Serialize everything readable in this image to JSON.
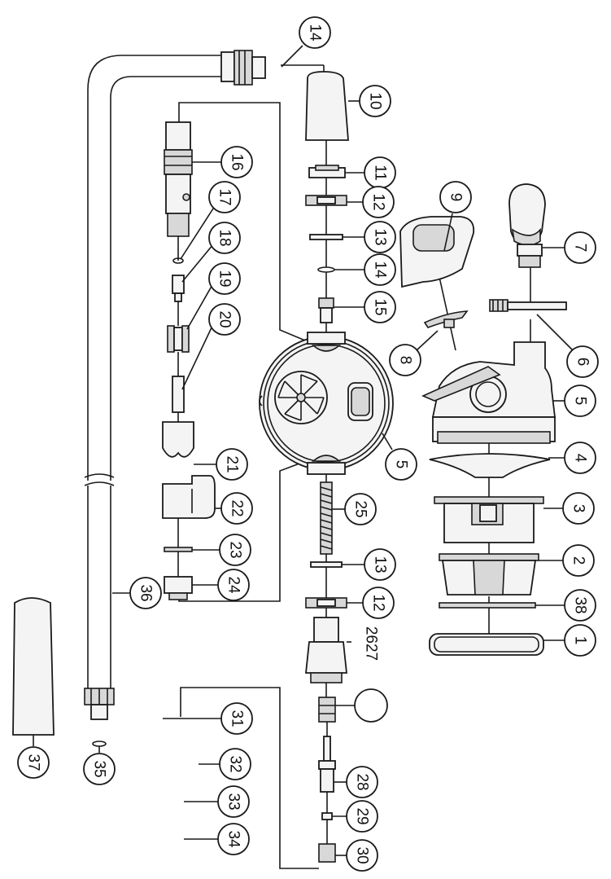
{
  "callouts": {
    "c1": "1",
    "c2": "2",
    "c3": "3",
    "c4": "4",
    "c5a": "5",
    "c5b": "5",
    "c6": "6",
    "c7": "7",
    "c8": "8",
    "c9": "9",
    "c10": "10",
    "c11": "11",
    "c12a": "12",
    "c12b": "12",
    "c13a": "13",
    "c13b": "13",
    "c14a": "14",
    "c14b": "14",
    "c15": "15",
    "c16": "16",
    "c17": "17",
    "c18": "18",
    "c19": "19",
    "c20": "20",
    "c21": "21",
    "c22": "22",
    "c23": "23",
    "c24": "24",
    "c25": "25",
    "c2627": "2627",
    "c28": "28",
    "c29": "29",
    "c30": "30",
    "c31": "31",
    "c32": "32",
    "c33": "33",
    "c34": "34",
    "c35": "35",
    "c36": "36",
    "c37": "37",
    "c38": "38"
  }
}
